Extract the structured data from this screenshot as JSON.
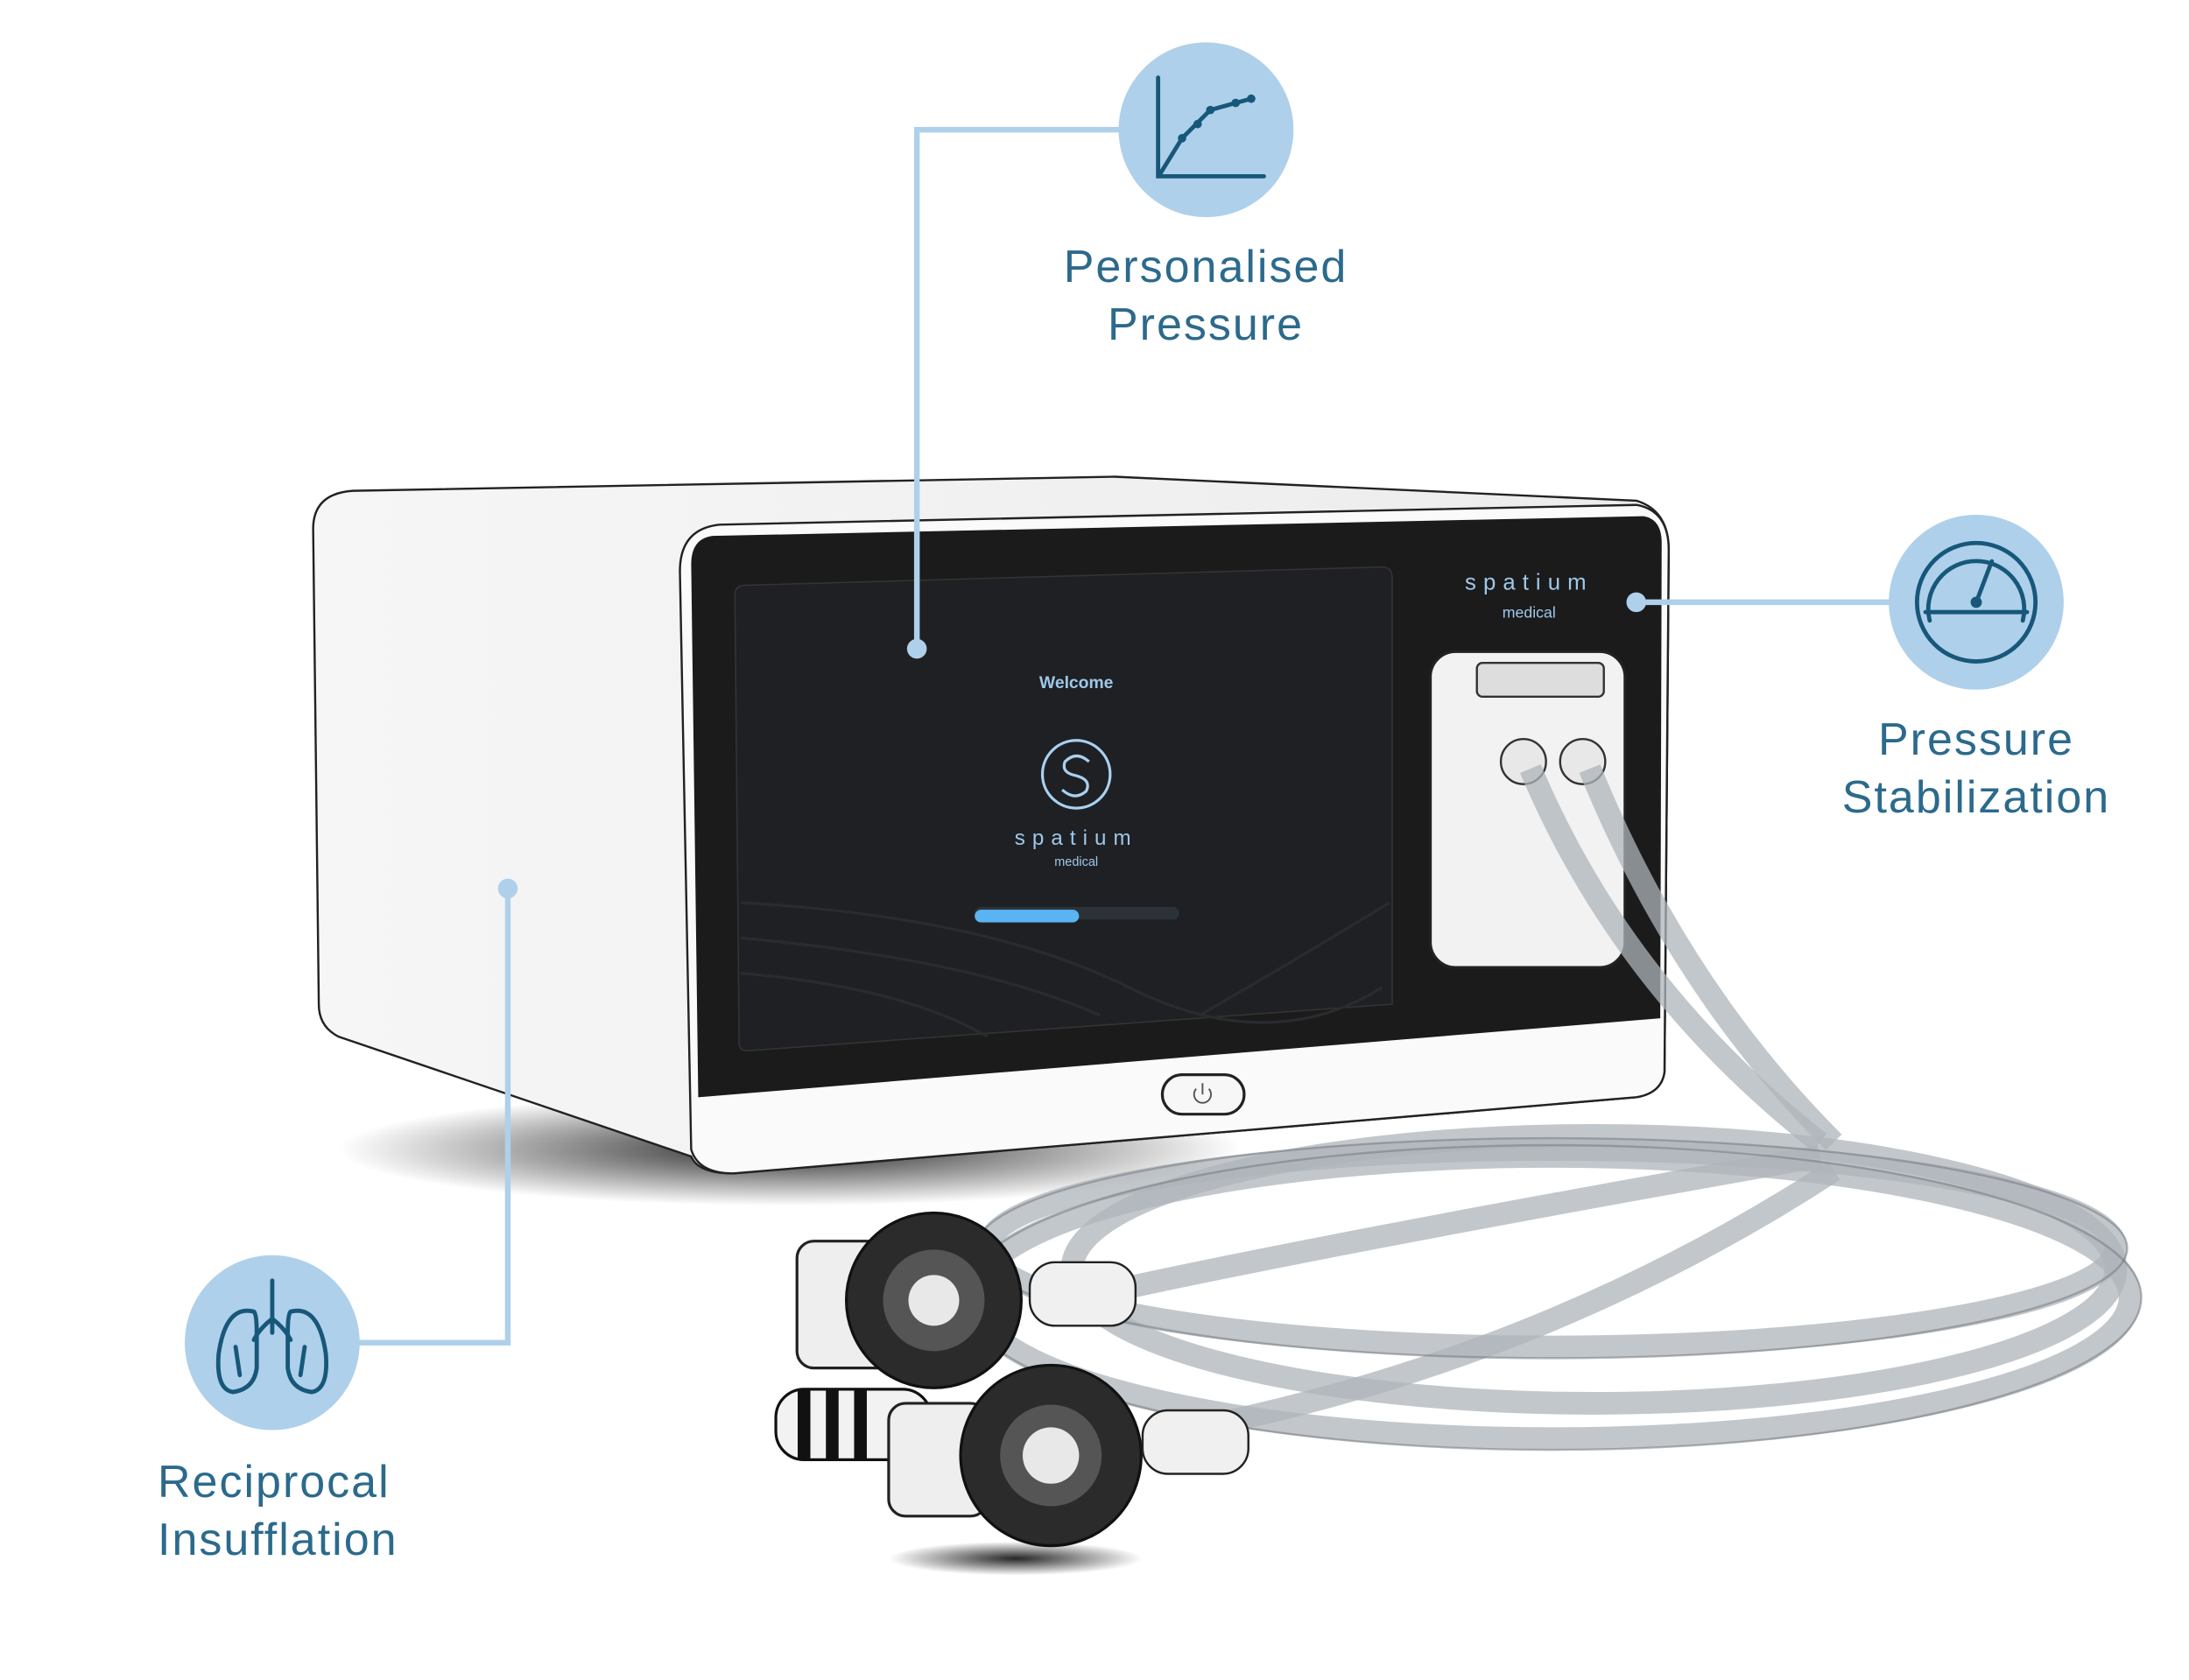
{
  "features": [
    {
      "id": "personalised-pressure",
      "lines": [
        "Personalised",
        "Pressure"
      ],
      "icon": "pressure-curve-chart-icon"
    },
    {
      "id": "pressure-stabilization",
      "lines": [
        "Pressure",
        "Stabilization"
      ],
      "icon": "pressure-gauge-icon"
    },
    {
      "id": "reciprocal-insufflation",
      "lines": [
        "Reciprocal",
        "Insufflation"
      ],
      "icon": "lungs-icon"
    }
  ],
  "device": {
    "brand": "spatium",
    "brand_sub": "medical",
    "screen": {
      "welcome": "Welcome",
      "brand": "spatium",
      "brand_sub": "medical",
      "progress": 0.51
    }
  },
  "colors": {
    "accent_circle": "#afd0ea",
    "icon_stroke": "#17587a",
    "text": "#2c6a8c",
    "screen_progress": "#5ab4f2"
  }
}
